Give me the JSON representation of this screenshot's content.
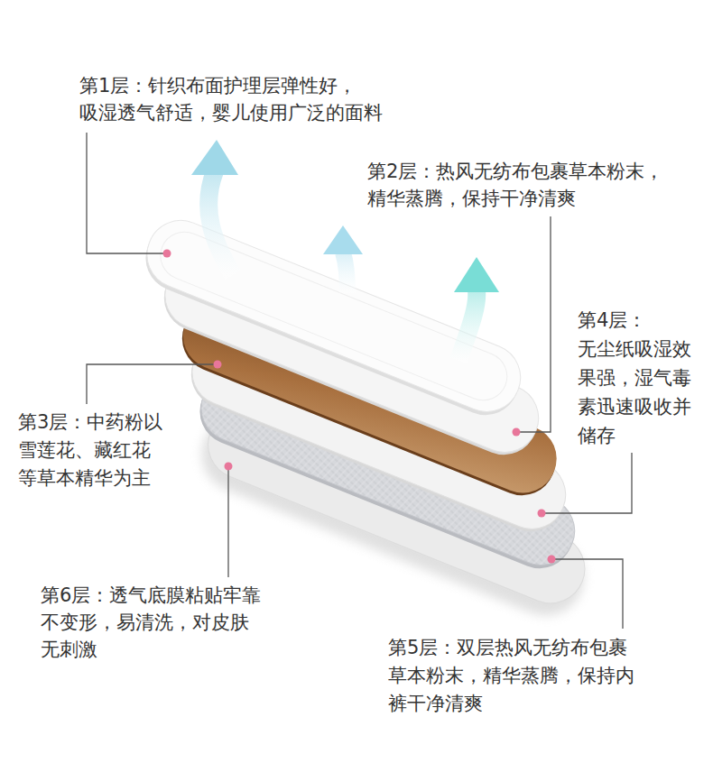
{
  "diagram": {
    "labels": [
      "第1层：针织布面护理层弹性好，吸湿透气舒适，婴儿使用广泛的面料",
      "第2层：热风无纺布包裹草本粉末，精华蒸腾，保持干净清爽",
      "第4层：无尘纸吸湿效果强，湿气毒素迅速吸收并储存",
      "第3层：中药粉以雪莲花、藏红花等草本精华为主",
      "第6层：透气底膜粘贴牢靠不变形，易清洗，对皮肤无刺激",
      "第5层：双层热风无纺布包裹草本粉末，精华蒸腾，保持内裤干净清爽"
    ]
  }
}
